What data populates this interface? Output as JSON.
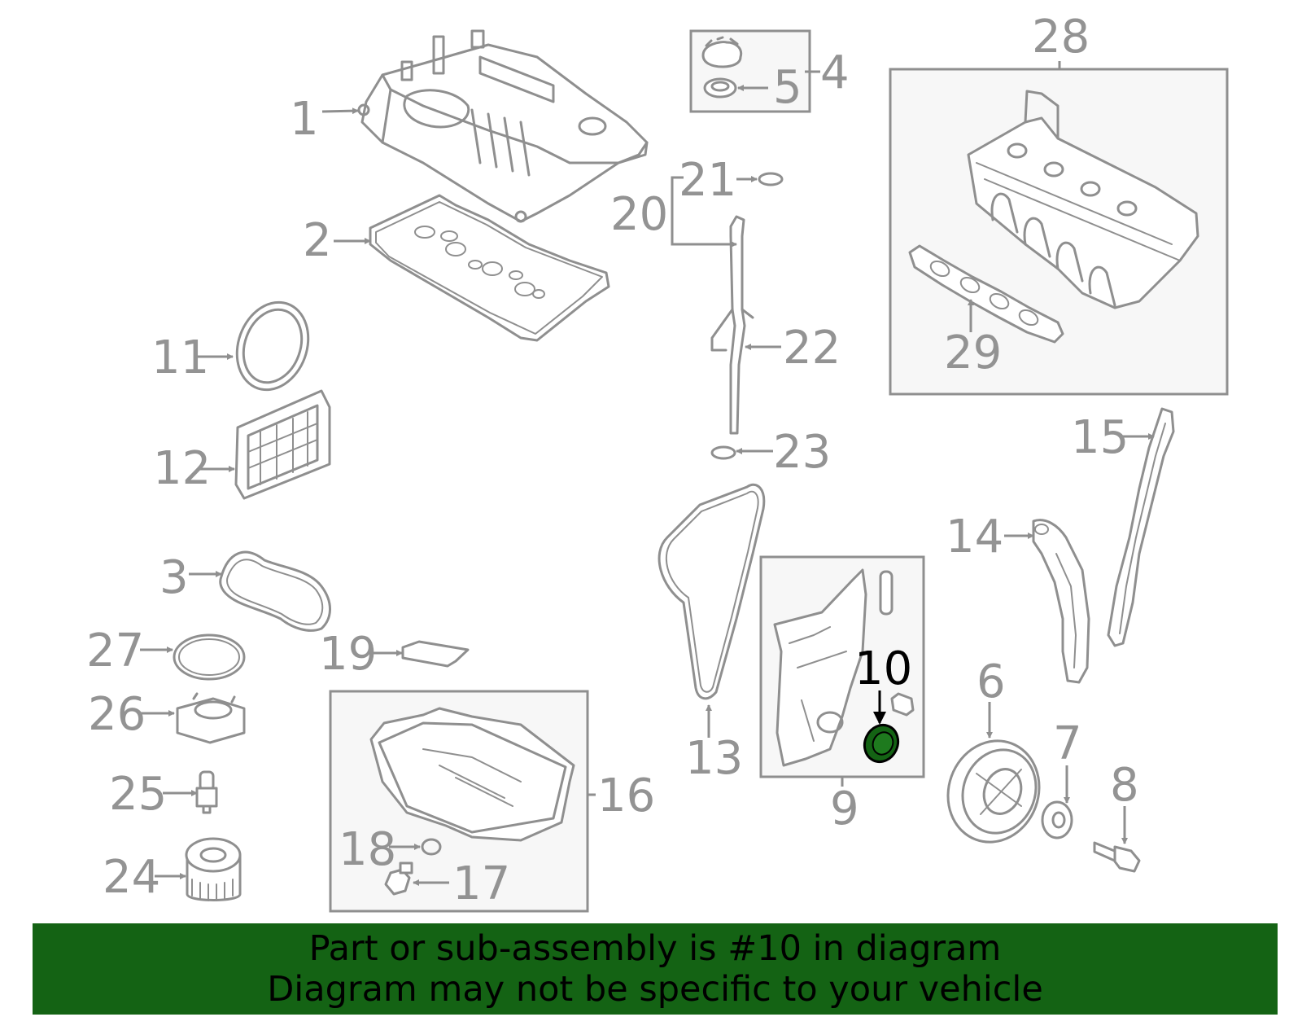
{
  "diagram": {
    "callouts": {
      "c1": "1",
      "c2": "2",
      "c3": "3",
      "c4": "4",
      "c5": "5",
      "c6": "6",
      "c7": "7",
      "c8": "8",
      "c9": "9",
      "c10": "10",
      "c11": "11",
      "c12": "12",
      "c13": "13",
      "c14": "14",
      "c15": "15",
      "c16": "16",
      "c17": "17",
      "c18": "18",
      "c19": "19",
      "c20": "20",
      "c21": "21",
      "c22": "22",
      "c23": "23",
      "c24": "24",
      "c25": "25",
      "c26": "26",
      "c27": "27",
      "c28": "28",
      "c29": "29"
    },
    "highlight_part": "10",
    "colors": {
      "line": "#8f8f8f",
      "highlight": "#146314",
      "banner": "#146314"
    }
  },
  "banner": {
    "line1": "Part or sub-assembly is #10 in diagram",
    "line2": "Diagram may not be specific to your vehicle"
  }
}
